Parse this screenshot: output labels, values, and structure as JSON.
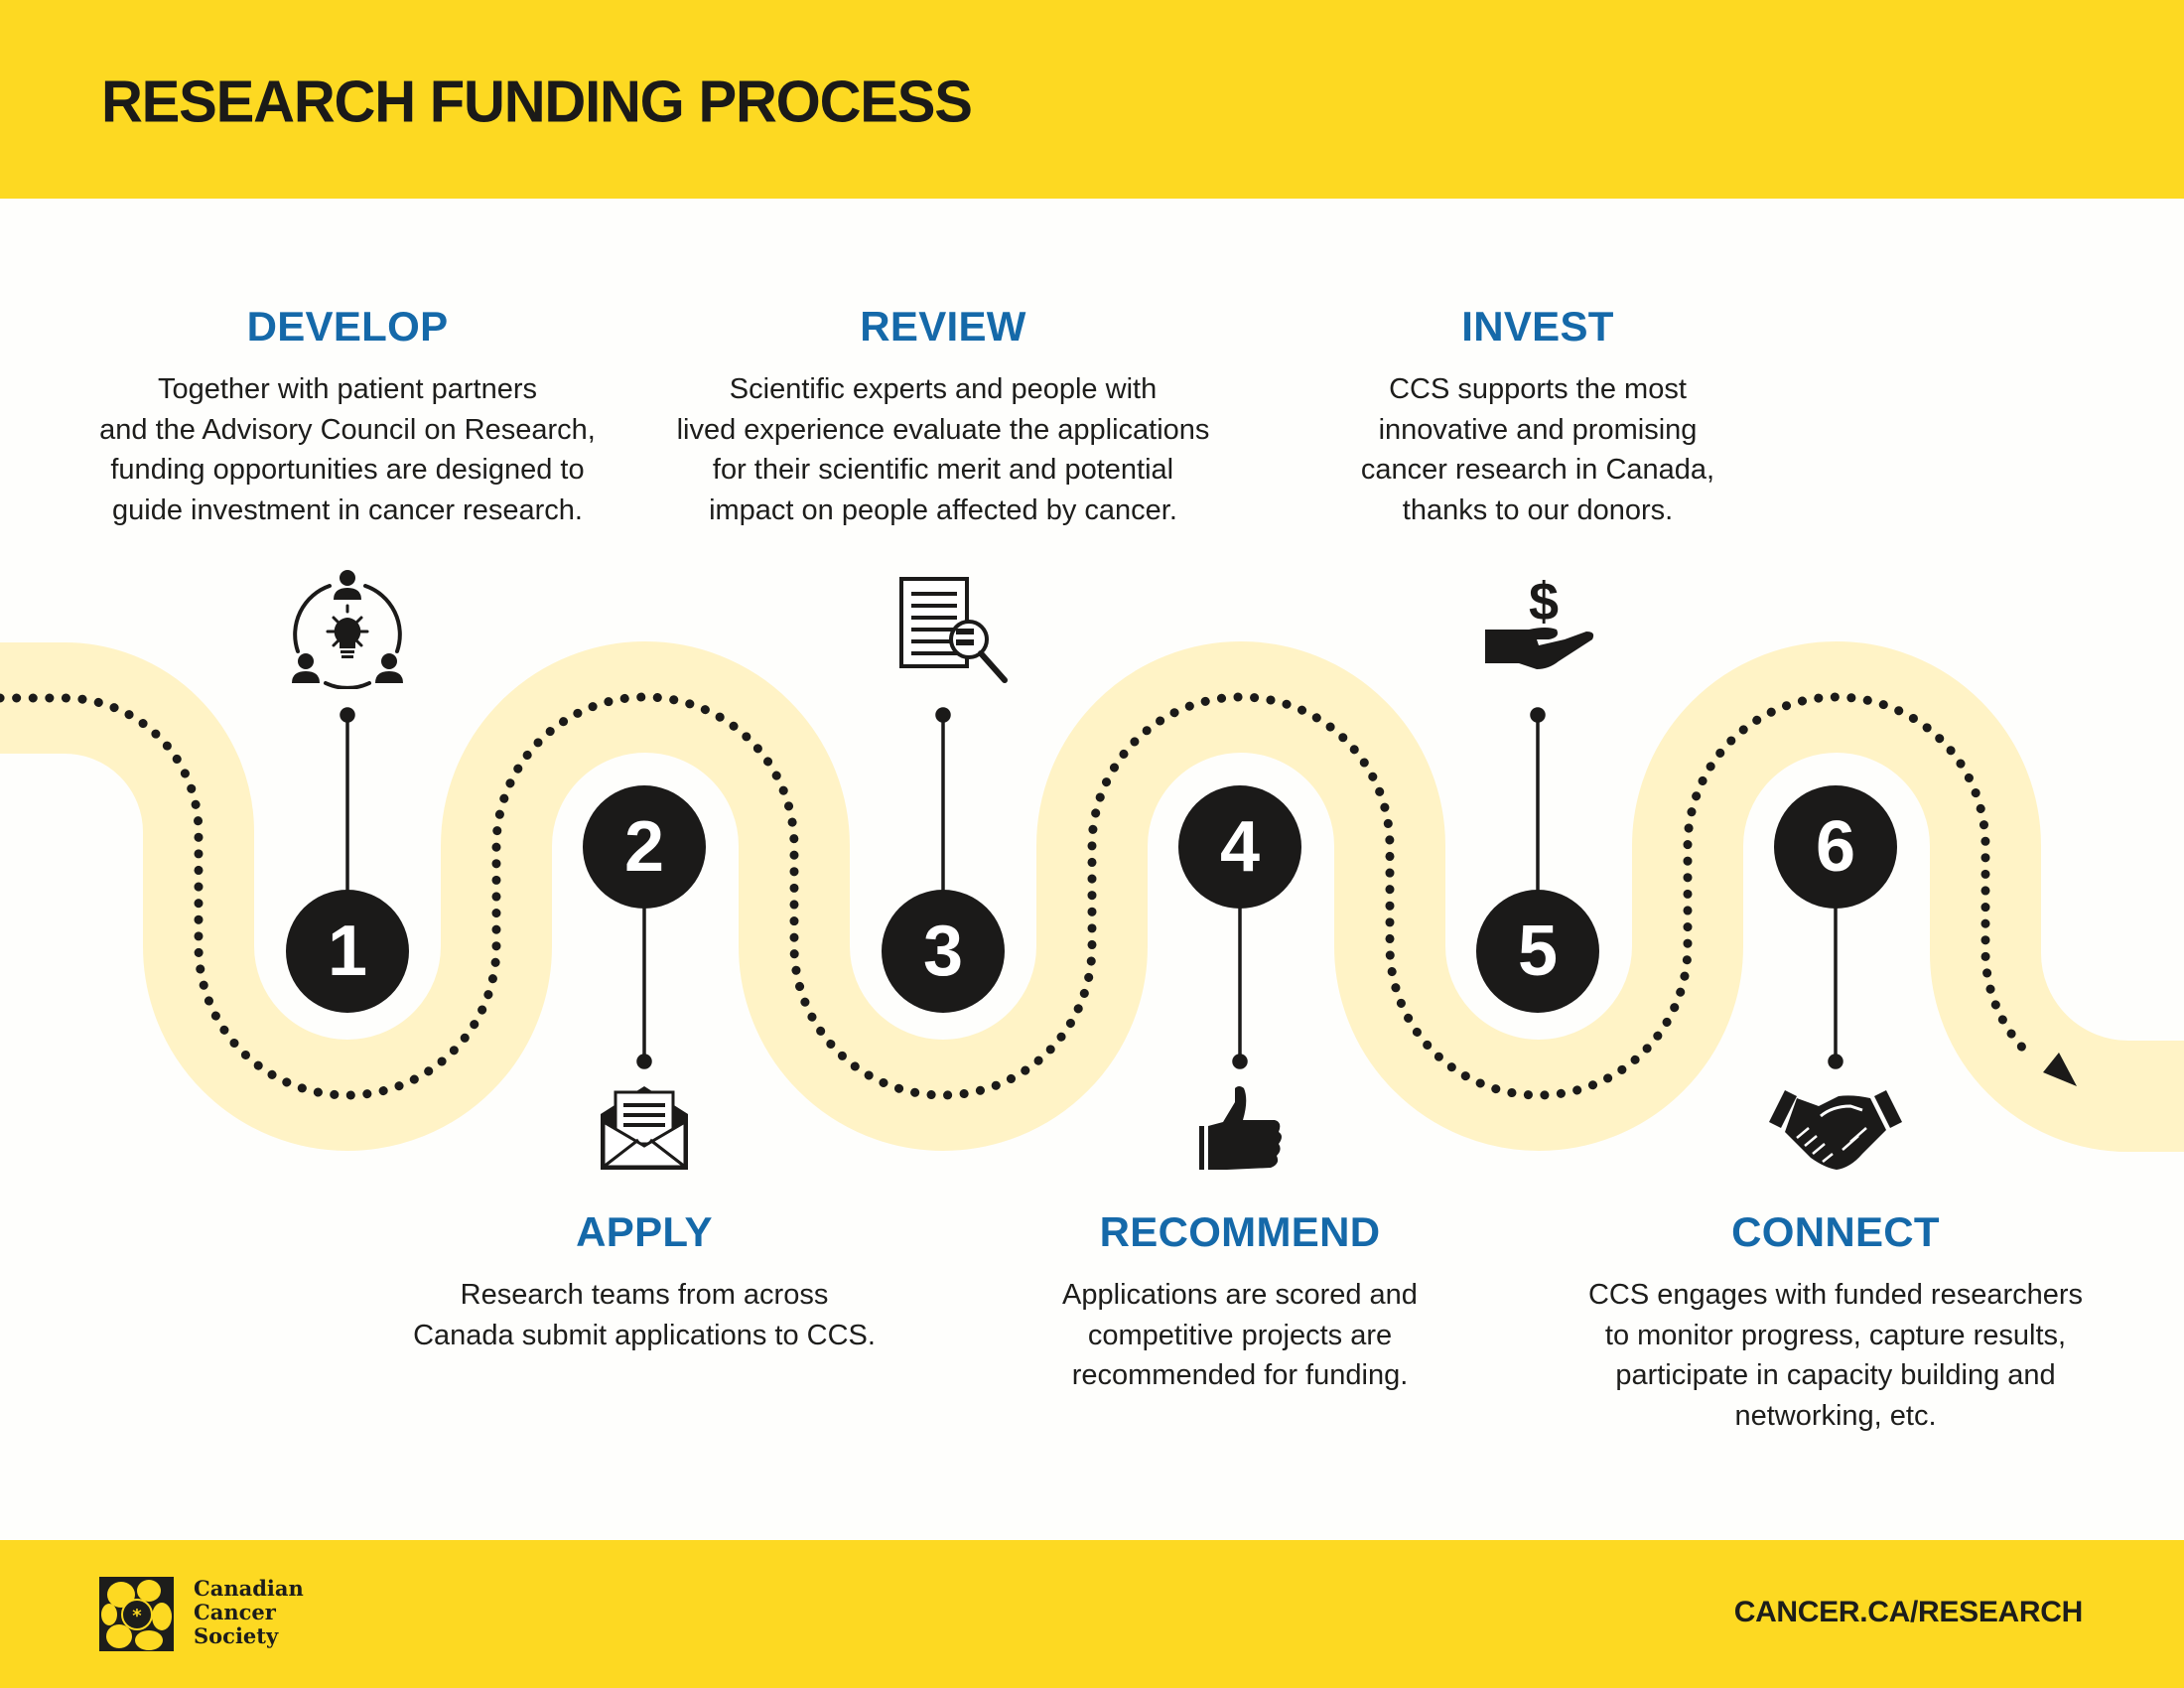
{
  "header": {
    "title": "RESEARCH FUNDING PROCESS"
  },
  "colors": {
    "brand_yellow": "#FDD922",
    "path_yellow": "#FFF3C6",
    "title_blue": "#1569A9",
    "ink": "#1B1A19"
  },
  "steps": [
    {
      "number": "1",
      "title": "DEVELOP",
      "icon": "people-idea-icon",
      "lines": [
        "Together with patient partners",
        "and the Advisory Council on Research,",
        "funding opportunities are designed to",
        "guide investment in cancer research."
      ]
    },
    {
      "number": "2",
      "title": "APPLY",
      "icon": "envelope-letter-icon",
      "lines": [
        "Research teams from across",
        "Canada submit applications to CCS."
      ]
    },
    {
      "number": "3",
      "title": "REVIEW",
      "icon": "document-magnifier-icon",
      "lines": [
        "Scientific experts and people with",
        "lived experience evaluate the applications",
        "for their scientific merit and potential",
        "impact on people affected by cancer."
      ]
    },
    {
      "number": "4",
      "title": "RECOMMEND",
      "icon": "thumbs-up-icon",
      "lines": [
        "Applications are scored and",
        "competitive projects are",
        "recommended for funding."
      ]
    },
    {
      "number": "5",
      "title": "INVEST",
      "icon": "hand-dollar-icon",
      "lines": [
        "CCS supports the most",
        "innovative and promising",
        "cancer research in Canada,",
        "thanks to our donors."
      ]
    },
    {
      "number": "6",
      "title": "CONNECT",
      "icon": "handshake-icon",
      "lines": [
        "CCS engages with funded researchers",
        "to monitor progress, capture results,",
        "participate in capacity building and",
        "networking, etc."
      ]
    }
  ],
  "footer": {
    "logo_lines": [
      "Canadian",
      "Cancer",
      "Society"
    ],
    "url": "CANCER.CA/RESEARCH"
  }
}
